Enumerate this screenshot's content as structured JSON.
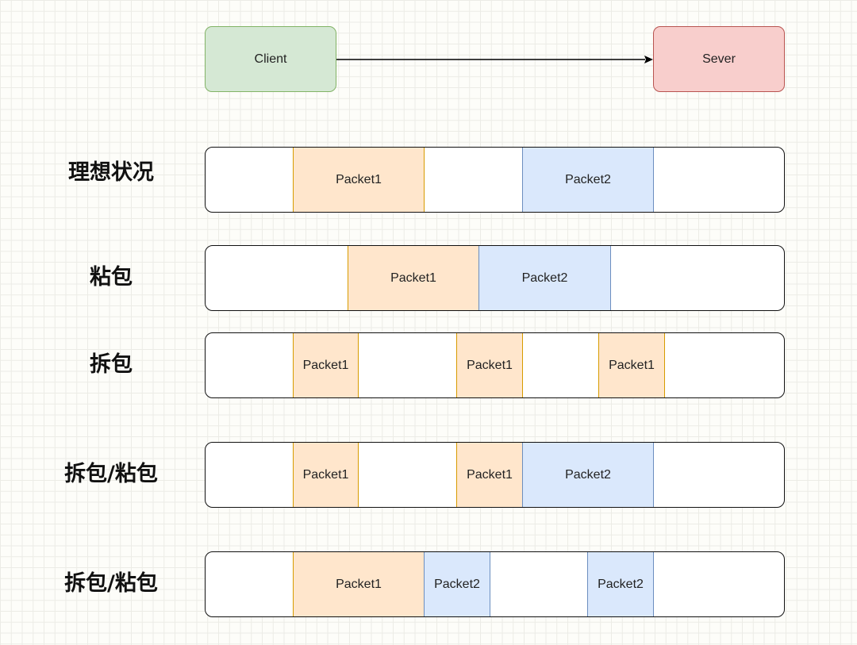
{
  "nodes": {
    "client": "Client",
    "server": "Sever"
  },
  "rows": [
    {
      "label": "理想状况",
      "packets": [
        "Packet1",
        "Packet2"
      ]
    },
    {
      "label": "粘包",
      "packets": [
        "Packet1",
        "Packet2"
      ]
    },
    {
      "label": "拆包",
      "packets": [
        "Packet1",
        "Packet1",
        "Packet1"
      ]
    },
    {
      "label": "拆包/粘包",
      "packets": [
        "Packet1",
        "Packet1",
        "Packet2"
      ]
    },
    {
      "label": "拆包/粘包",
      "packets": [
        "Packet1",
        "Packet2",
        "Packet2"
      ]
    }
  ],
  "colors": {
    "client_fill": "#d5e8d4",
    "client_stroke": "#82b366",
    "server_fill": "#f8cecc",
    "server_stroke": "#b85450",
    "packet1_fill": "#ffe6cc",
    "packet1_stroke": "#d79b00",
    "packet2_fill": "#dae8fc",
    "packet2_stroke": "#6c8ebf"
  }
}
